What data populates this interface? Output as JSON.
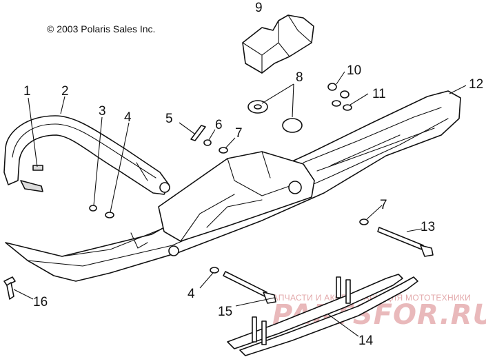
{
  "copyright": "© 2003 Polaris Sales Inc.",
  "watermark": {
    "tagline": "ЗАПЧАСТИ И АКСЕССУАРЫ ДЛЯ МОТОТЕХНИКИ",
    "logo": "PARTSFOR.RU"
  },
  "callouts": {
    "c1": "1",
    "c2": "2",
    "c3": "3",
    "c4a": "4",
    "c4b": "4",
    "c5": "5",
    "c6": "6",
    "c7a": "7",
    "c7b": "7",
    "c8": "8",
    "c9": "9",
    "c10": "10",
    "c11": "11",
    "c12": "12",
    "c13": "13",
    "c14": "14",
    "c15": "15",
    "c16": "16"
  }
}
